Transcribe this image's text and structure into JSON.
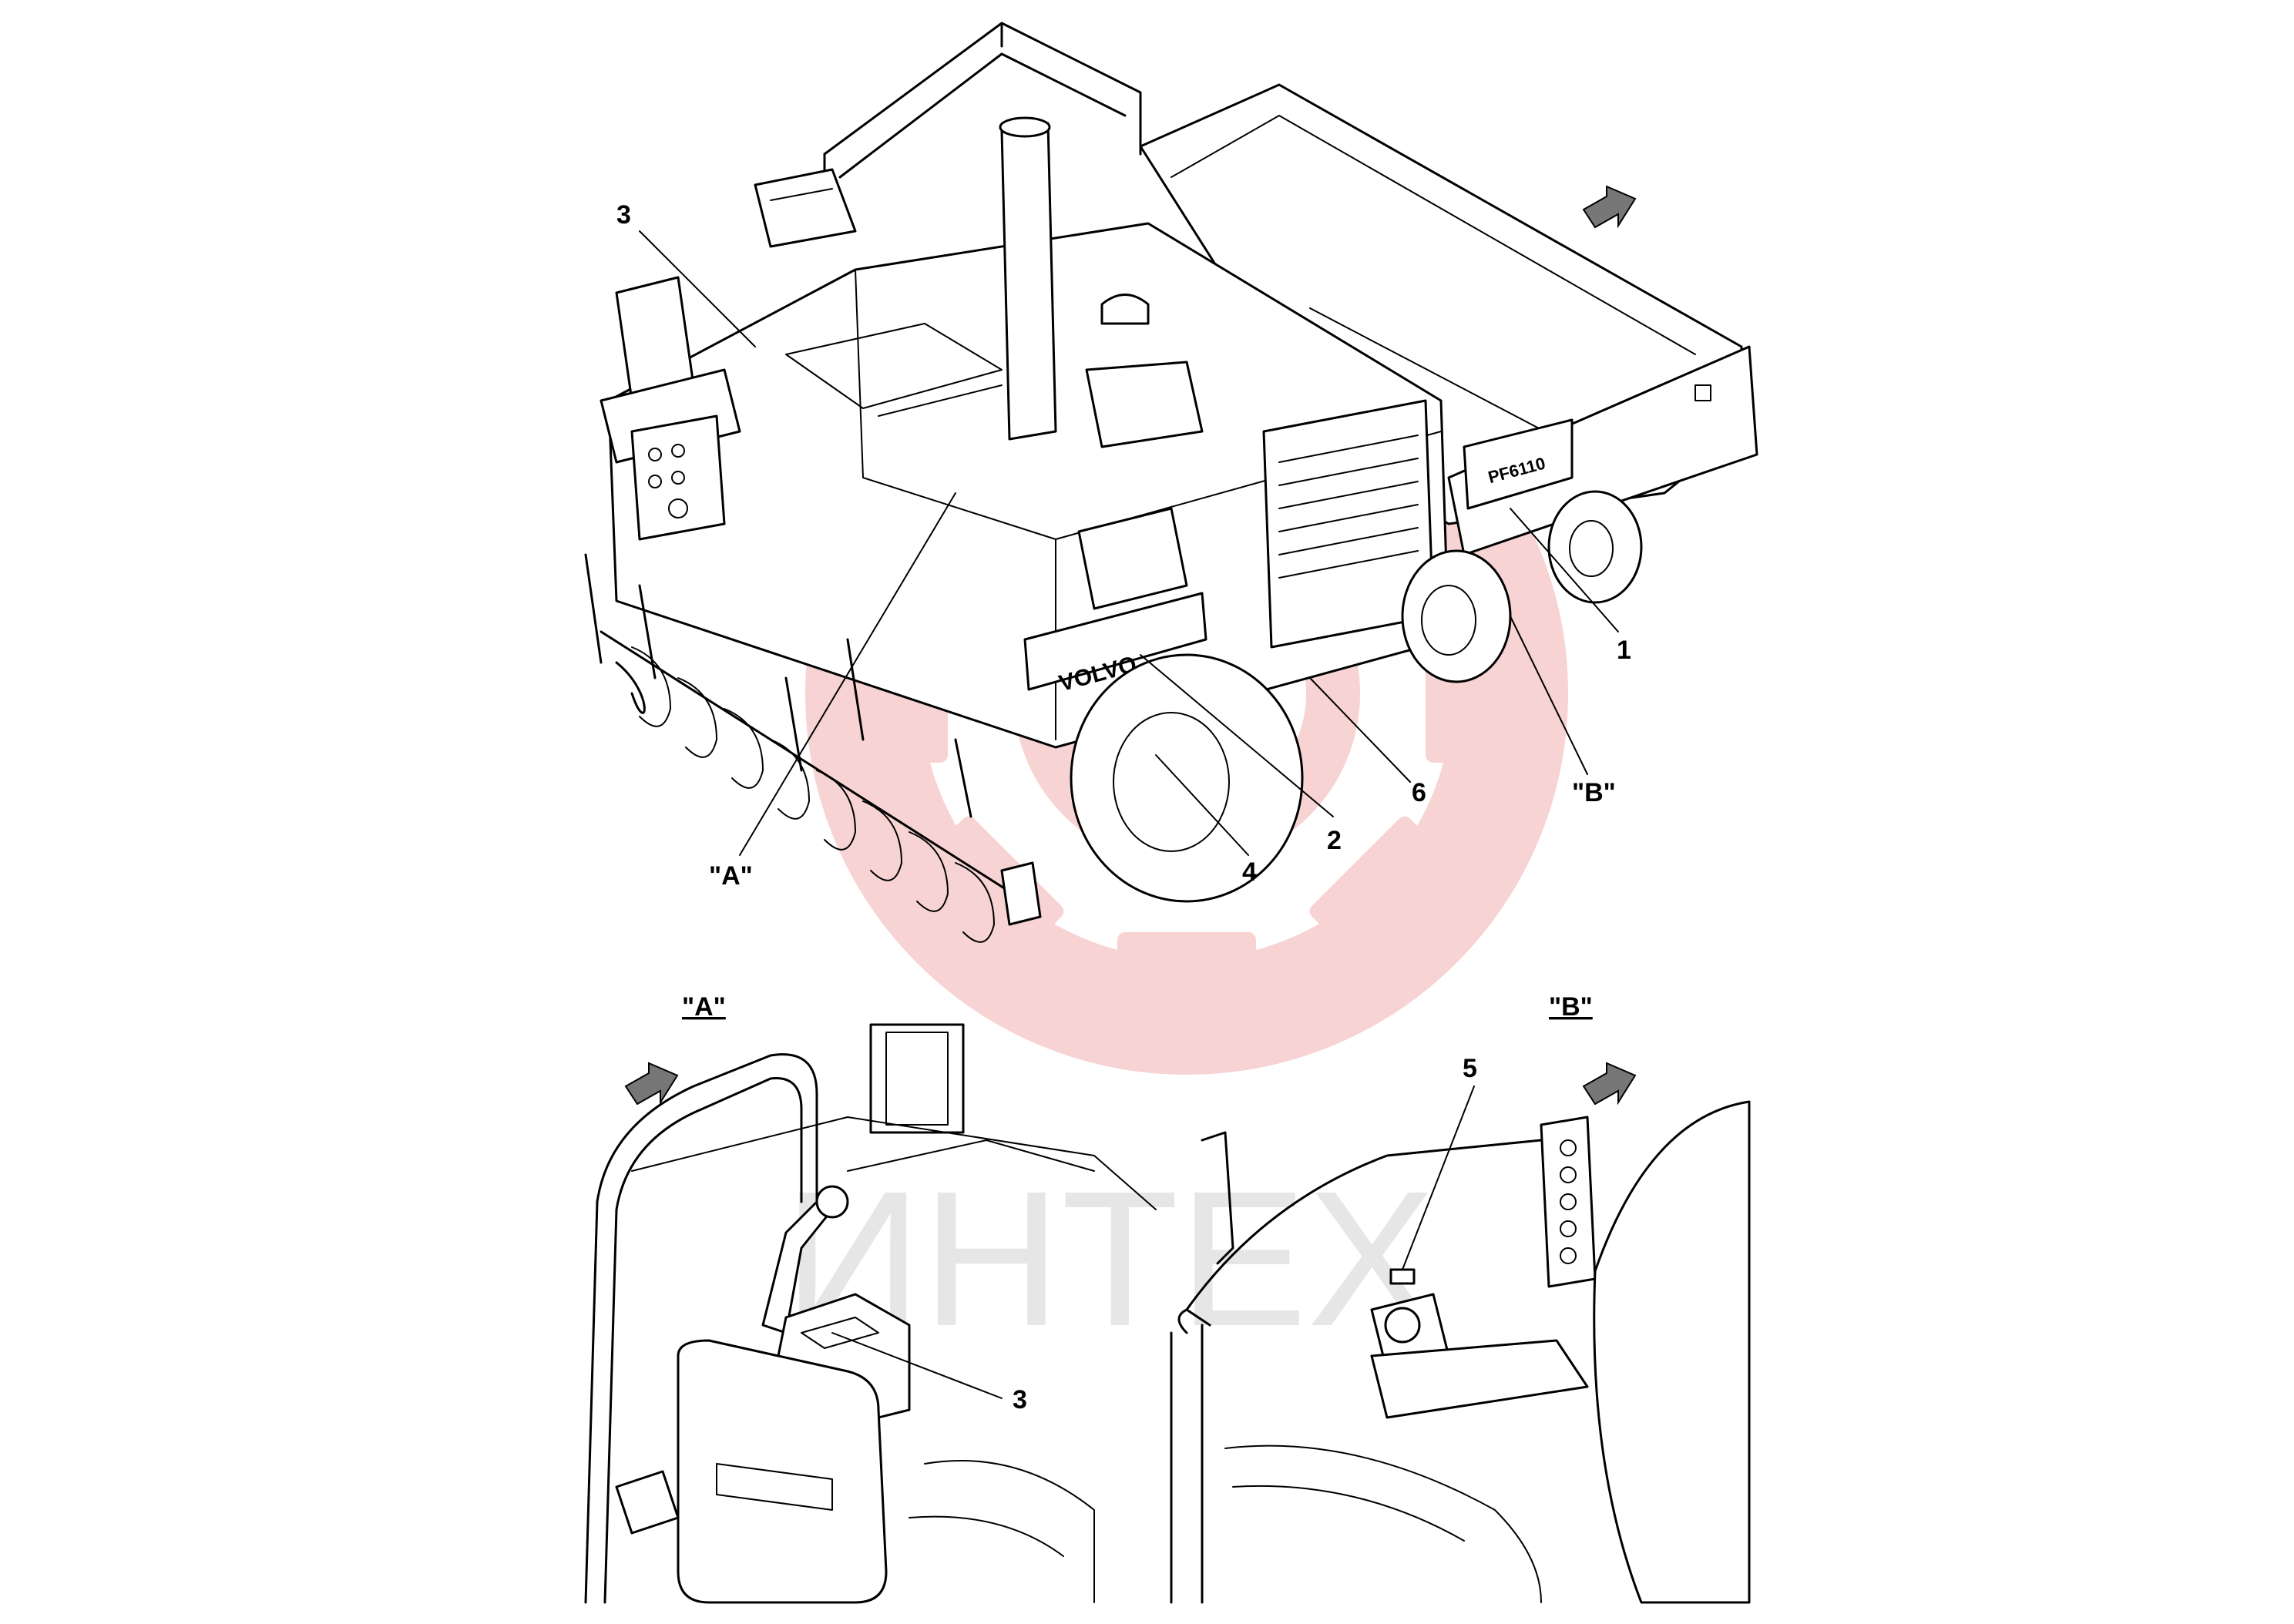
{
  "watermark": {
    "text": "ИНТЕХ",
    "color": "#e8e8e8",
    "gear_color": "#f3c7c7"
  },
  "overview": {
    "callouts": {
      "c1": "1",
      "c2": "2",
      "c3": "3",
      "c4": "4",
      "c6": "6",
      "viewA": "\"A\"",
      "viewB": "\"B\""
    },
    "decal_model": "PF6110",
    "decal_brand": "VOLVO"
  },
  "detail_a": {
    "title": "\"A\"",
    "callout": "3"
  },
  "detail_b": {
    "title": "\"B\"",
    "callout": "5"
  }
}
